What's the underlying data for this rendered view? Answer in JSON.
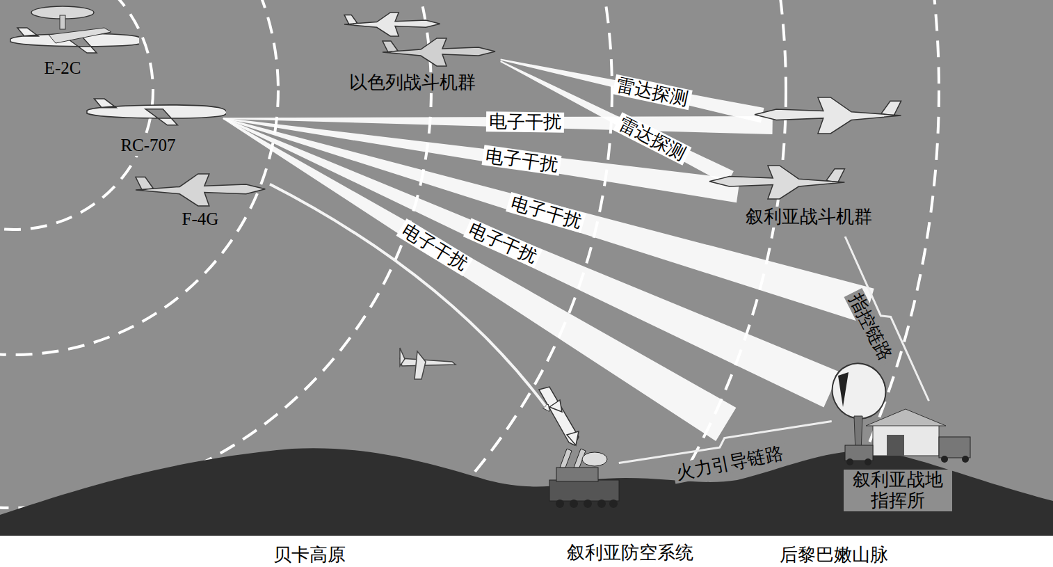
{
  "diagram": {
    "nodes": [
      {
        "text": [
          "E-2C"
        ]
      },
      {
        "text": [
          "以色列战斗机群"
        ]
      },
      {
        "text": [
          "RC-707"
        ]
      },
      {
        "text": [
          "F-4G"
        ]
      },
      {
        "text": [
          "叙利亚战斗机群"
        ]
      },
      {
        "text": [
          "叙利亚防空系统"
        ]
      },
      {
        "text": [
          "叙利亚战地指挥所"
        ]
      }
    ],
    "edges": [
      {
        "from": 1,
        "to": 4,
        "label": "雷达探测",
        "arrow": "none"
      },
      {
        "from": 1,
        "to": 4,
        "label": "雷达探测",
        "arrow": "none"
      },
      {
        "from": 2,
        "to": 4,
        "label": "电子干扰",
        "arrow": "none"
      },
      {
        "from": 2,
        "to": 4,
        "label": "电子干扰",
        "arrow": "none"
      },
      {
        "from": 2,
        "to": 6,
        "label": "电子干扰",
        "arrow": "none"
      },
      {
        "from": 2,
        "to": 6,
        "label": "电子干扰",
        "arrow": "none"
      },
      {
        "from": 2,
        "to": 5,
        "label": "电子干扰",
        "arrow": "none"
      },
      {
        "from": 3,
        "to": 5,
        "arrow": "to"
      },
      {
        "from": 6,
        "to": 4,
        "label": "指控链路",
        "arrow": "none"
      },
      {
        "from": 6,
        "to": 5,
        "label": "火力引导链路",
        "arrow": "none"
      }
    ],
    "labels": [
      "贝卡高原",
      "后黎巴嫩山脉"
    ]
  }
}
